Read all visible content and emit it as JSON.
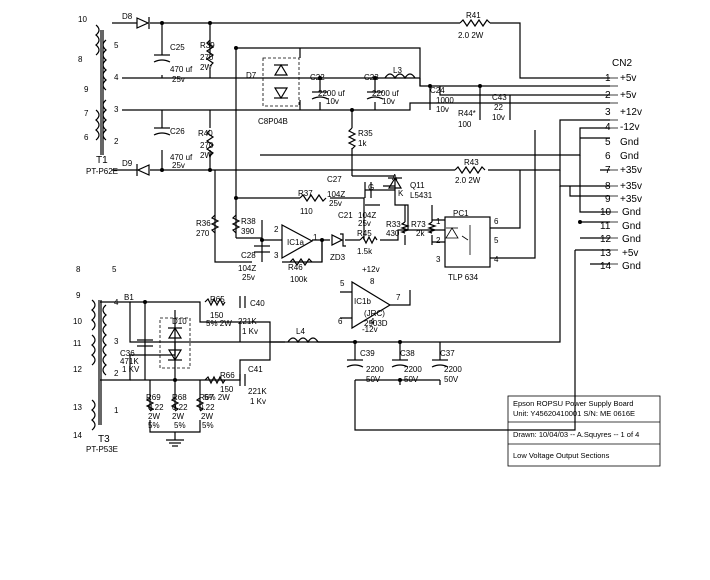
{
  "connector": {
    "name": "CN2",
    "pins": [
      {
        "num": "1",
        "label": "+5v"
      },
      {
        "num": "2",
        "label": "+5v"
      },
      {
        "num": "3",
        "label": "+12v"
      },
      {
        "num": "4",
        "label": "-12v"
      },
      {
        "num": "5",
        "label": "Gnd"
      },
      {
        "num": "6",
        "label": "Gnd"
      },
      {
        "num": "7",
        "label": "+35v"
      },
      {
        "num": "8",
        "label": "+35v"
      },
      {
        "num": "9",
        "label": "+35v"
      },
      {
        "num": "10",
        "label": "Gnd"
      },
      {
        "num": "11",
        "label": "Gnd"
      },
      {
        "num": "12",
        "label": "Gnd"
      },
      {
        "num": "13",
        "label": "+5v"
      },
      {
        "num": "14",
        "label": "Gnd"
      }
    ]
  },
  "t1": {
    "name": "T1",
    "part": "PT-P62E",
    "pins": [
      "10",
      "8",
      "9",
      "7",
      "6",
      "5",
      "4",
      "3",
      "2"
    ]
  },
  "t3": {
    "name": "T3",
    "part": "PT-P53E",
    "pins": [
      "8",
      "5",
      "9",
      "10",
      "11",
      "12",
      "13",
      "14",
      "4",
      "3",
      "2",
      "1"
    ]
  },
  "components": {
    "d8": "D8",
    "d9": "D9",
    "d7": "D7",
    "c25": "C25",
    "c25v": "470 uf",
    "c25r": "25v",
    "r39": "R39",
    "r39v": "270",
    "r39w": "2W",
    "c26": "C26",
    "c26v": "470 uf",
    "c26r": "25v",
    "r40": "R40",
    "r40v": "270",
    "r40w": "2W",
    "c22": "C22",
    "c22v": "2200 uf",
    "c22r": "10v",
    "c23": "C23",
    "c23v": "2200 uf",
    "c23r": "10v",
    "l3": "L3",
    "c24": "C24",
    "c24v": "1000",
    "c24r": "10v",
    "r44": "R44*",
    "r44v": "100",
    "c43": "C43",
    "c43v": "22",
    "c43r": "10v",
    "r41": "R41",
    "r41v": "2.0  2W",
    "r43": "R43",
    "r43v": "2.0  2W",
    "c8p04b": "C8P04B",
    "r35": "R35",
    "r35v": "1k",
    "c27": "C27",
    "c27v": "104Z",
    "c27r": "25v",
    "g": "G",
    "a": "A",
    "k": "K",
    "q11": "Q11",
    "q11p": "L5431",
    "r37": "R37",
    "r37v": "110",
    "c21": "C21",
    "c21v": "104Z",
    "c21r": "25v",
    "r33": "R33",
    "r33v": "430",
    "r73": "R73",
    "r73v": "2k",
    "pc1": "PC1",
    "pc1p": "TLP 634",
    "pc1pins": [
      "1",
      "2",
      "3",
      "4",
      "5",
      "6"
    ],
    "r36": "R36",
    "r36v": "270",
    "r38": "R38",
    "r38v": "390",
    "c28": "C28",
    "c28v": "104Z",
    "c28r": "25v",
    "ic1a": "IC1a",
    "r46": "R46",
    "r46v": "100k",
    "zd3": "ZD3",
    "r45": "R45",
    "r45v": "1.5k",
    "b1": "B1",
    "d10": "D10",
    "r65": "R65",
    "r65v": "150",
    "r65w": "5% 2W",
    "c40": "C40",
    "c40v": "221K",
    "c40r": "1 Kv",
    "c36": "C36",
    "c36v": "471K",
    "c36r": "1 KV",
    "r66": "R66",
    "r66v": "150",
    "r66w": "5% 2W",
    "c41": "C41",
    "c41v": "221K",
    "c41r": "1 Kv",
    "r69": "R69",
    "r69v": "0.22",
    "r69w": "2W",
    "r69t": "5%",
    "r68": "R68",
    "r68v": "0.22",
    "r68w": "2W",
    "r68t": "5%",
    "r67": "R67",
    "r67v": "0.22",
    "r67w": "2W",
    "r67t": "5%",
    "l4": "L4",
    "ic1b": "IC1b",
    "ic1bp": "(JRC)",
    "ic1bpart": "2903D",
    "ic1b_vp": "+12v",
    "ic1b_vn": "-12v",
    "c39": "C39",
    "c39v": "2200",
    "c39r": "50V",
    "c38": "C38",
    "c38v": "2200",
    "c38r": "50V",
    "c37": "C37",
    "c37v": "2200",
    "c37r": "50V"
  },
  "title_block": {
    "line1": "Epson    ROPSU    Power Supply Board",
    "line2": "Unit: Y45620410001  S/N: ME 0616E",
    "line3": "Drawn: 10/04/03   -- A.Squyres -- 1 of 4",
    "line4": "Low Voltage Output Sections"
  }
}
